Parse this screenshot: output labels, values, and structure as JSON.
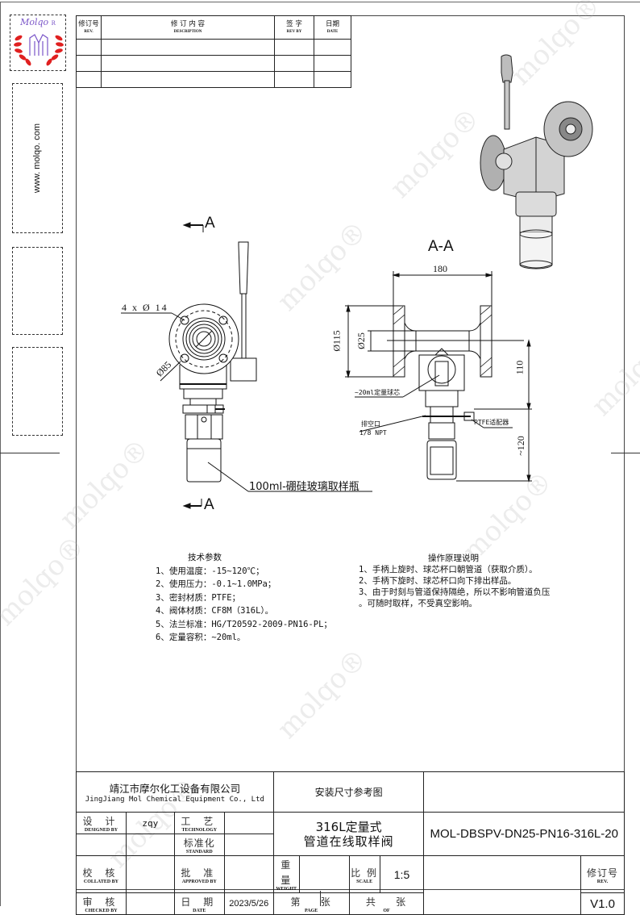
{
  "logo": {
    "brand_text": "Molqo",
    "trademark": "R",
    "colors": {
      "laurel": "#e02020",
      "emblem": "#7a55c8"
    }
  },
  "sidebar": {
    "website": "www. molqo. com"
  },
  "revision_table": {
    "headers": [
      {
        "cn": "修订号",
        "en": "REV."
      },
      {
        "cn": "修 订 内 容",
        "en": "DESCRIPTION"
      },
      {
        "cn": "签 字",
        "en": "REV BY"
      },
      {
        "cn": "日期",
        "en": "DATE"
      }
    ],
    "rows": [
      [
        "",
        "",
        "",
        ""
      ],
      [
        "",
        "",
        "",
        ""
      ],
      [
        "",
        "",
        "",
        ""
      ]
    ]
  },
  "drawing": {
    "section_marker_top": "A",
    "section_marker_bottom": "A",
    "section_title": "A-A",
    "front_view": {
      "bolt_holes_label": "4 x Ø 14",
      "pcd_label": "Ø85",
      "bottle_callout": "100ml-硼硅玻璃取样瓶"
    },
    "section_view": {
      "width_dim": "180",
      "flange_dia_dim": "Ø115",
      "bore_dim": "Ø25",
      "height_dim": "110",
      "bottle_height_dim": "~120",
      "ball_callout": "~20ml定量球芯",
      "vent_callout_line1": "排空口",
      "vent_callout_line2": "1/8 NPT",
      "adapter_callout": "PTFE适配器"
    }
  },
  "tech_params": {
    "title": "技术参数",
    "items": [
      "1、使用温度：-15~120℃；",
      "2、使用压力：-0.1~1.0MPa；",
      "3、密封材质：PTFE；",
      "4、阀体材质：CF8M（316L）。",
      "5、法兰标准：HG/T20592-2009-PN16-PL；",
      "6、定量容积：~20ml。"
    ]
  },
  "operation": {
    "title": "操作原理说明",
    "items": [
      "1、手柄上旋时、球芯杯口朝管道（获取介质）。",
      "2、手柄下旋时、球芯杯口向下排出样品。",
      "3、由于时刻与管道保持隔绝，所以不影响管道负压",
      "。可随时取样，不受真空影响。"
    ]
  },
  "title_block": {
    "company_cn": "靖江市摩尔化工设备有限公司",
    "company_en": "JingJiang Mol Chemical Equipment Co., Ltd",
    "drawing_type": "安装尺寸参考图",
    "product_name_line1": "316L定量式",
    "product_name_line2": "管道在线取样阀",
    "model_code": "MOL-DBSPV-DN25-PN16-316L-20",
    "designed_by": {
      "cn": "设 计",
      "en": "DESIGNED BY",
      "value": "zqy"
    },
    "technology": {
      "cn": "工 艺",
      "en": "TECHNOLOGY",
      "value": ""
    },
    "standard": {
      "cn": "标准化",
      "en": "STANDARD",
      "value": ""
    },
    "collated_by": {
      "cn": "校 核",
      "en": "COLLATED BY",
      "value": ""
    },
    "approved_by": {
      "cn": "批 准",
      "en": "APPROVED BY",
      "value": ""
    },
    "checked_by": {
      "cn": "审 核",
      "en": "CHECKED BY",
      "value": ""
    },
    "date": {
      "cn": "日 期",
      "en": "DATE",
      "value": "2023/5/26"
    },
    "weight": {
      "cn": "重 量",
      "en": "WEIGHT",
      "value": ""
    },
    "scale": {
      "cn": "比 例",
      "en": "SCALE",
      "value": "1:5"
    },
    "page": {
      "cn": "第    张",
      "en": "PAGE"
    },
    "of": {
      "cn": "共    张",
      "en": "OF"
    },
    "revision": {
      "cn": "修订号",
      "en": "REV.",
      "value": "V1.0"
    }
  },
  "watermark_text": "molqo®"
}
